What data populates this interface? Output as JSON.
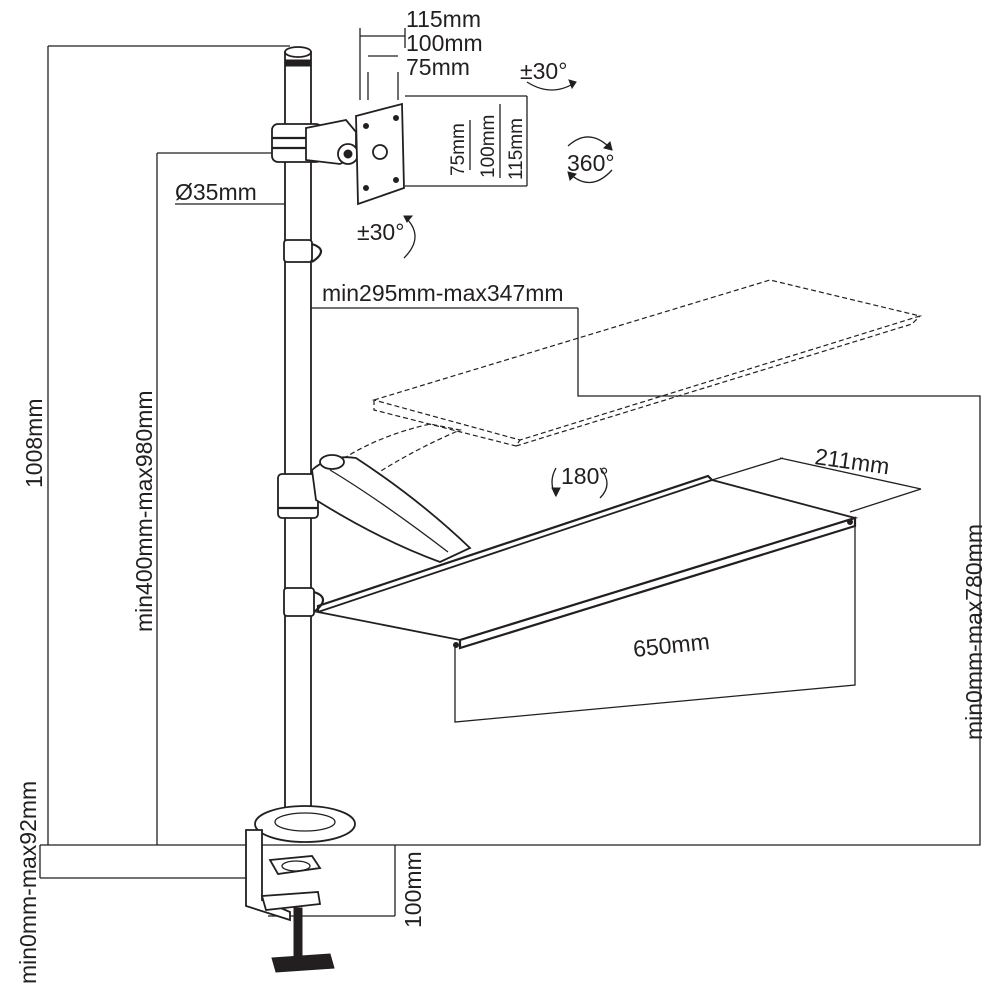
{
  "labels": {
    "vesa_w115": "115mm",
    "vesa_w100": "100mm",
    "vesa_w75": "75mm",
    "vesa_h75": "75mm",
    "vesa_h100": "100mm",
    "vesa_h115": "115mm",
    "tilt_top": "±30°",
    "tilt_bottom": "±30°",
    "rotate_360": "360°",
    "pole_diameter": "Ø35mm",
    "arm_reach": "min295mm-max347mm",
    "swivel_180": "180°",
    "tray_depth": "211mm",
    "tray_width": "650mm",
    "total_height": "1008mm",
    "arm_height": "min400mm-max980mm",
    "tray_height": "min0mm-max780mm",
    "clamp_range": "min0mm-max92mm",
    "clamp_depth": "100mm"
  },
  "colors": {
    "ink": "#231f20",
    "background": "#ffffff"
  }
}
